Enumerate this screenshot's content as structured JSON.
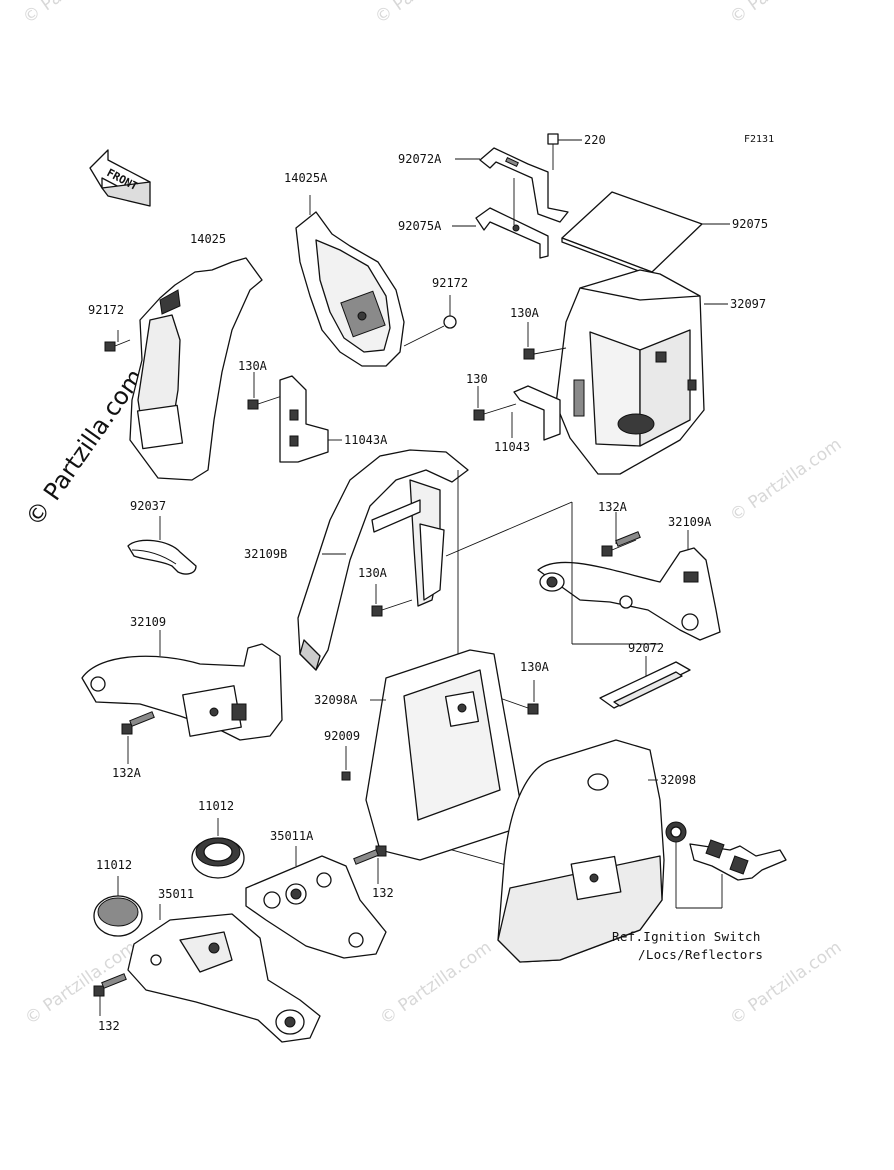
{
  "figure_code": "F2131",
  "front_arrow_label": "FRONT",
  "watermark_main": "© Partzilla.com",
  "watermark_faint": "© Partzilla.com",
  "labels": {
    "p220": "220",
    "p92072A": "92072A",
    "p92075A": "92075A",
    "p92075": "92075",
    "p14025A": "14025A",
    "p14025": "14025",
    "p92172_left": "92172",
    "p92172_mid": "92172",
    "p32097": "32097",
    "p130A_top": "130A",
    "p130": "130",
    "p11043": "11043",
    "p130A_left": "130A",
    "p11043A": "11043A",
    "p92037": "92037",
    "p32109B": "32109B",
    "p130A_mid": "130A",
    "p132A_right": "132A",
    "p32109A": "32109A",
    "p32109": "32109",
    "p92072": "92072",
    "p130A_low": "130A",
    "p32098A": "32098A",
    "p92009": "92009",
    "p132A_left": "132A",
    "p32098": "32098",
    "p11012_top": "11012",
    "p35011A": "35011A",
    "p11012_left": "11012",
    "p35011": "35011",
    "p132_mid": "132",
    "p132_low": "132"
  },
  "reference_note": {
    "line1": "Ref.Ignition Switch",
    "line2": "/Locs/Reflectors"
  }
}
